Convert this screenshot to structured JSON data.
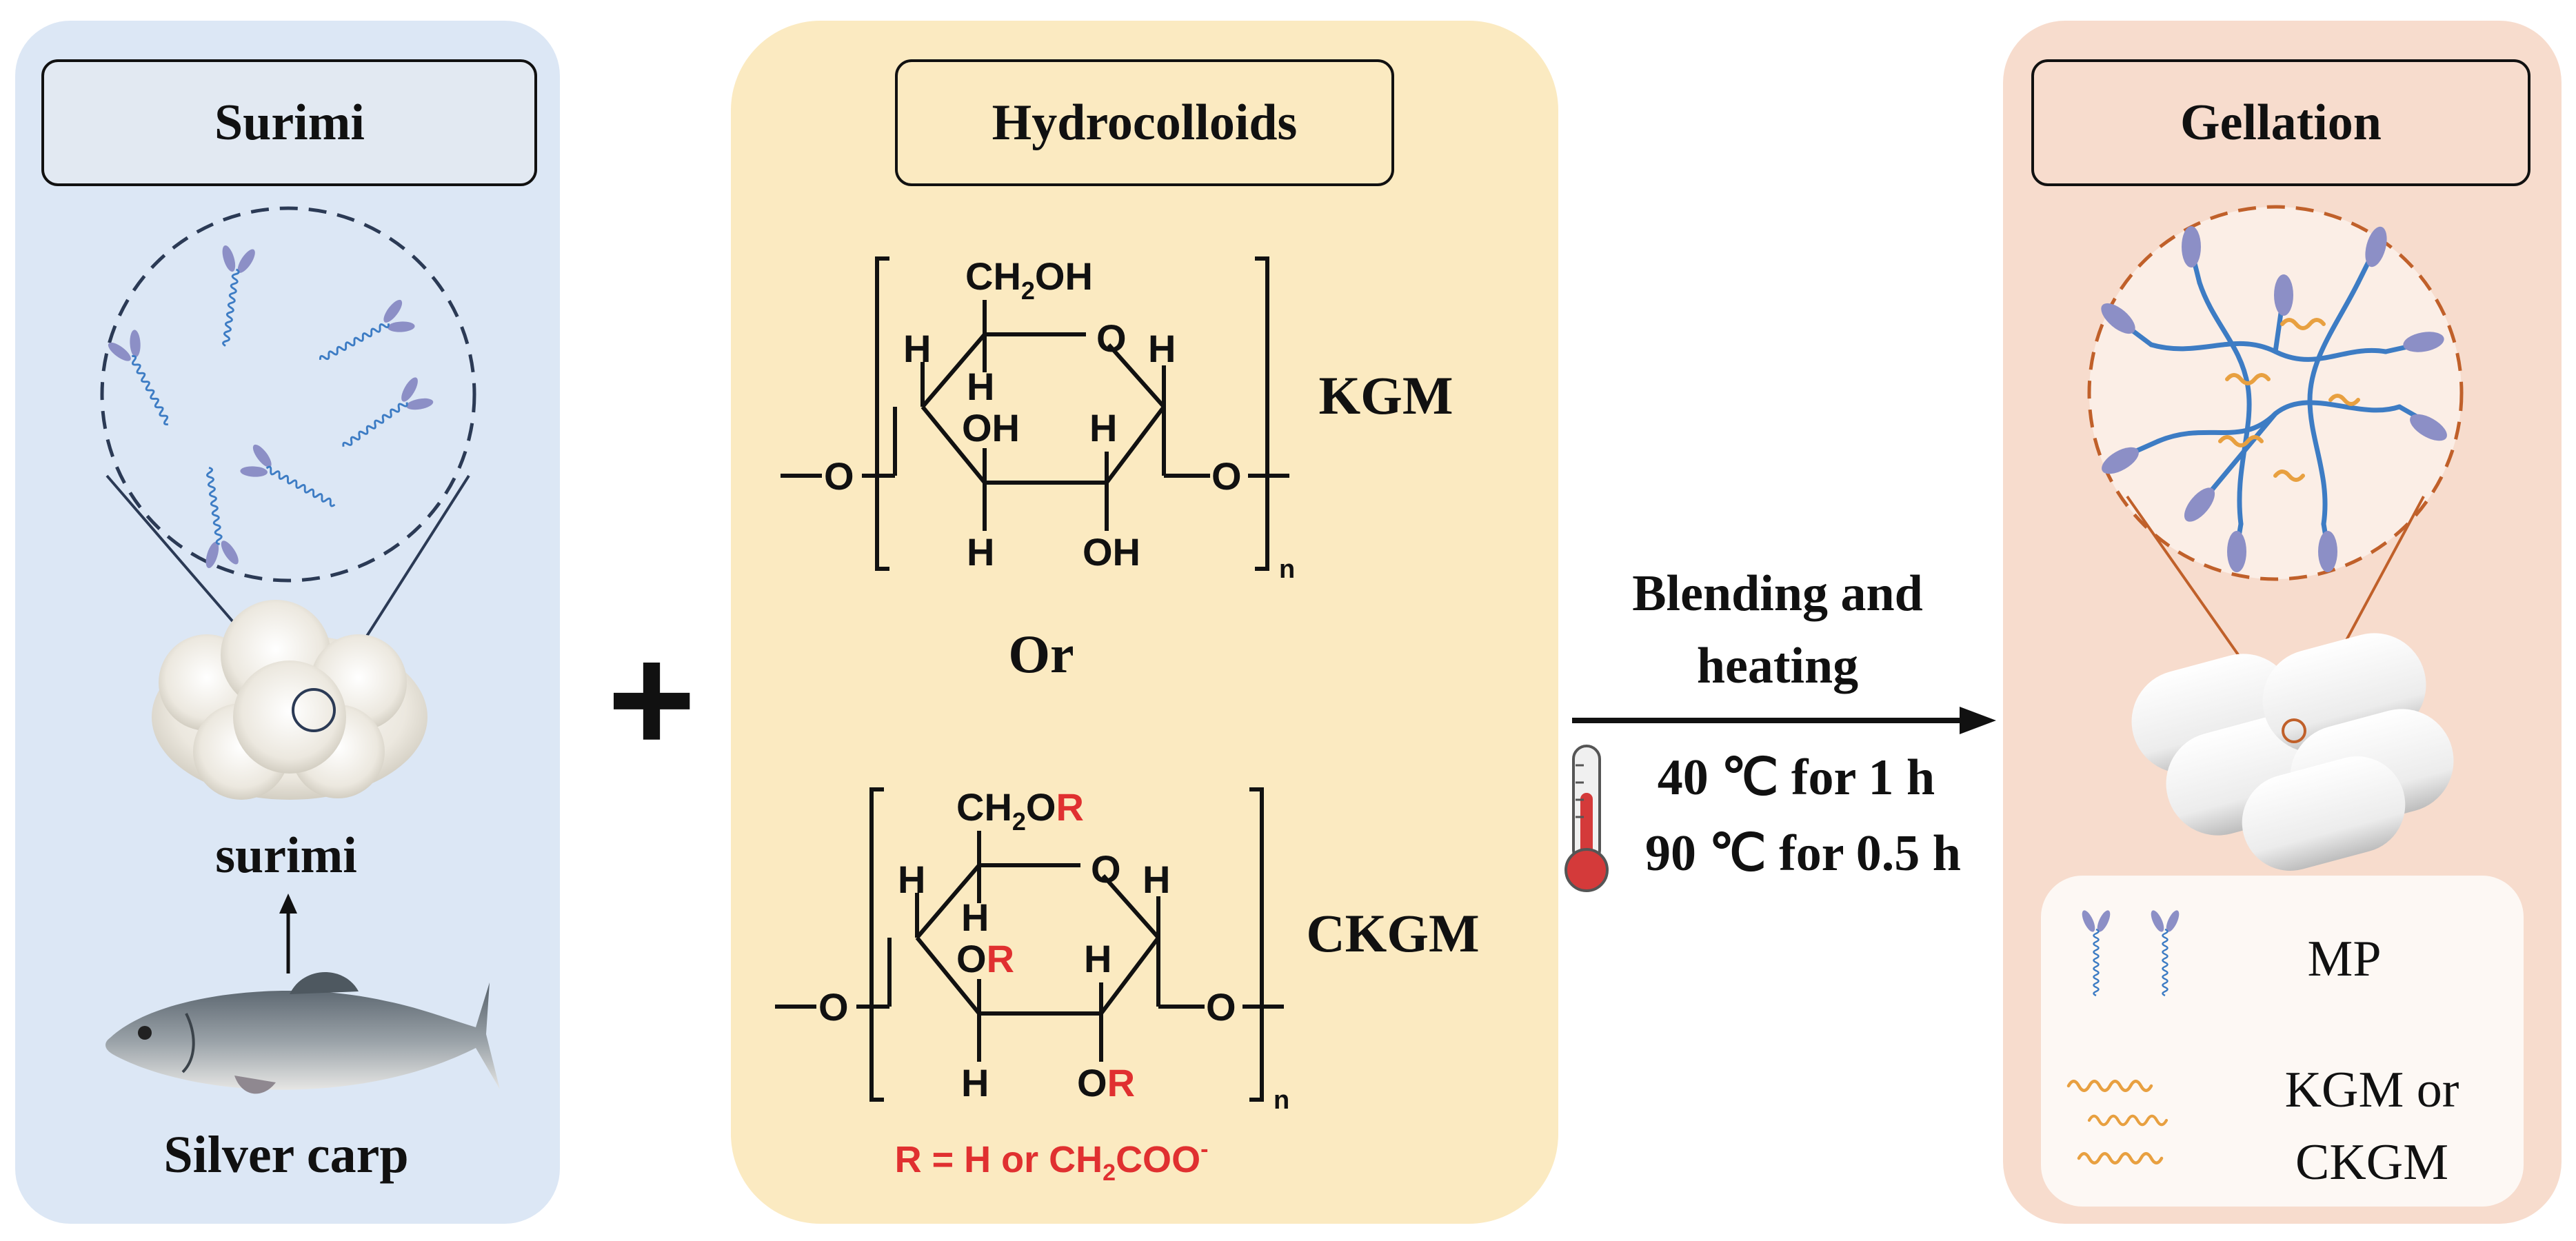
{
  "panels": {
    "surimi": {
      "title": "Surimi",
      "product_label": "surimi",
      "fish_label": "Silver carp"
    },
    "hydrocolloids": {
      "title": "Hydrocolloids",
      "kgm": {
        "name": "KGM",
        "ch2_group": "CH2OH",
        "oh_left": "OH",
        "oh_bottom": "OH",
        "subscript": "n"
      },
      "or_text": "Or",
      "ckgm": {
        "name": "CKGM",
        "ch2_group": "CH2OR",
        "oh_left": "OR",
        "oh_bottom": "OR",
        "subscript": "n"
      },
      "r_definition": "R = H or CH2COO-"
    },
    "gelation": {
      "title": "Gellation",
      "legend": [
        {
          "label": "MP"
        },
        {
          "label_line1": "KGM or",
          "label_line2": "CKGM"
        }
      ]
    }
  },
  "plus_sign": "+",
  "process": {
    "label_line1": "Blending and",
    "label_line2": "heating",
    "step1": "40 ℃  for 1 h",
    "step2": "90 ℃ for 0.5 h"
  },
  "colors": {
    "surimi_panel": "#dce7f5",
    "hydrocolloid_panel": "#fbeac1",
    "gelation_panel": "#f7dccd",
    "title_box": "#e2e9f2",
    "helix": "#3d7cc4",
    "head": "#8c8fc6",
    "orange": "#e8a040",
    "r_red": "#e03030",
    "circle_dash_blue": "#2b3a55",
    "circle_dash_orange": "#c0602a"
  },
  "icons": [
    "helix-protein-icon",
    "fish-illustration",
    "surimi-image",
    "thermometer-icon",
    "arrow-right-icon",
    "sausage-gel-image",
    "kgm-strand-icon"
  ]
}
